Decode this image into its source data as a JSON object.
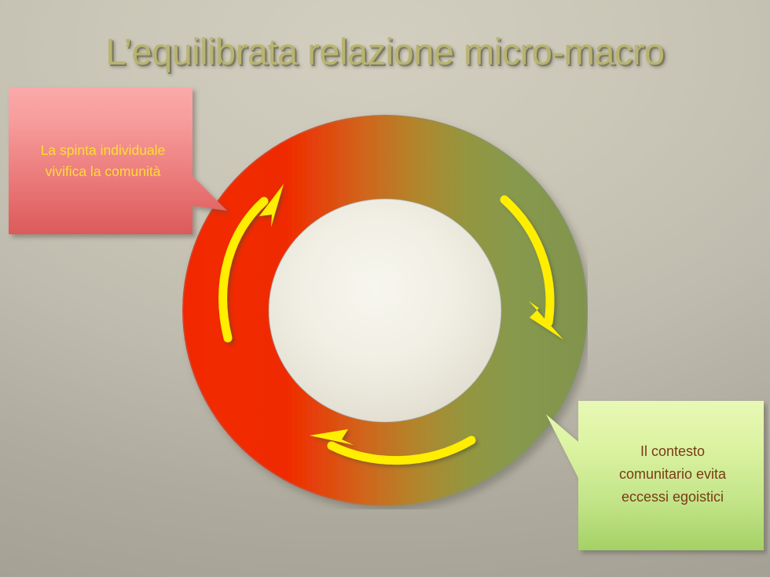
{
  "slide": {
    "title": "L’equilibrata relazione micro-macro",
    "background_color": "#c3bfb1",
    "title_color": "#b9b46f"
  },
  "diagram": {
    "name": "cycle-ring",
    "type": "donut-cycle",
    "ring_gradient": {
      "from": "#f02d00",
      "mid_orange": "#c86a18",
      "mid_gold": "#a98f2f",
      "to": "#87994e"
    },
    "inner_fill": "#f2f0e6",
    "arrows": [
      {
        "name": "arrow-left-up",
        "color": "#ffee00",
        "direction": "counter-clockwise-upward",
        "segment": "red"
      },
      {
        "name": "arrow-right-down",
        "color": "#ffee00",
        "direction": "clockwise-downward",
        "segment": "green"
      },
      {
        "name": "arrow-bottom-left",
        "color": "#ffee00",
        "direction": "right-to-left",
        "segment": "bottom"
      }
    ]
  },
  "callouts": {
    "left": {
      "name": "callout-left-red",
      "text_line_1": "La spinta individuale",
      "text_line_2": "vivifica la comunità",
      "text_color": "#ffdd33",
      "fill_top": "#f9a3a3",
      "fill_bottom": "#dd5a5a",
      "tail_direction": "right"
    },
    "right": {
      "name": "callout-right-green",
      "text_line_1": "Il contesto",
      "text_line_2": "comunitario evita",
      "text_line_3": "eccessi egoistici",
      "text_color": "#7b3a18",
      "fill_top": "#e5f6ab",
      "fill_bottom": "#a6d268",
      "tail_direction": "up-left"
    }
  }
}
